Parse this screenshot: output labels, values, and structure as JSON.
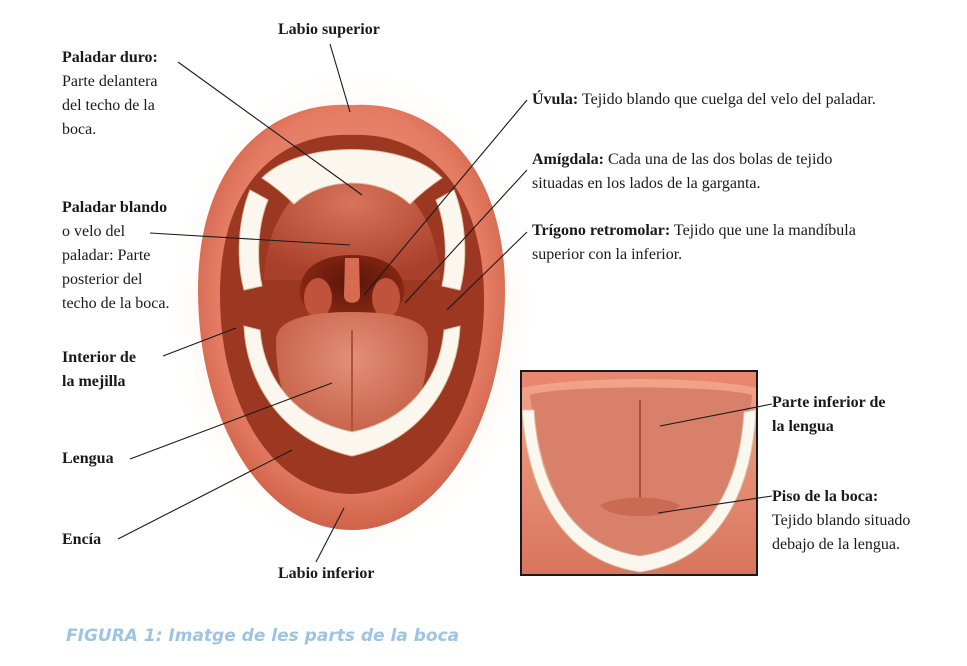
{
  "labels": {
    "labio_superior": {
      "title": "Labio superior"
    },
    "paladar_duro": {
      "title": "Paladar duro:",
      "desc": [
        "Parte delantera",
        "del techo de la",
        "boca."
      ]
    },
    "paladar_blando": {
      "title": "Paladar blando",
      "desc": [
        "o velo del",
        "paladar: Parte",
        "posterior del",
        "techo de la boca."
      ]
    },
    "interior_mejilla": {
      "title": [
        "Interior de",
        "la mejilla"
      ]
    },
    "lengua": {
      "title": "Lengua"
    },
    "encia": {
      "title": "Encía"
    },
    "labio_inferior": {
      "title": "Labio inferior"
    },
    "uvula": {
      "title": "Úvula:",
      "desc": "Tejido blando que cuelga del velo del paladar."
    },
    "amigdala": {
      "title": "Amígdala:",
      "desc": [
        "Cada una de las dos bolas de tejido",
        "situadas en los lados de la garganta."
      ]
    },
    "trigono": {
      "title": "Trígono retromolar:",
      "desc": [
        "Tejido que une la mandíbula",
        "superior con la inferior."
      ]
    },
    "parte_inferior_lengua": {
      "title": [
        "Parte inferior de",
        "la lengua"
      ]
    },
    "piso_boca": {
      "title": "Piso de la boca:",
      "desc": [
        "Tejido blando situado",
        "debajo de la lengua."
      ]
    }
  },
  "caption": "FIGURA 1: Imatge de les parts de la boca",
  "colors": {
    "lip": "#e9866f",
    "lip_dark": "#c95c45",
    "mouth_inner": "#8f2a16",
    "palate": "#c2543b",
    "tongue": "#d6735c",
    "tooth": "#fbf7ee",
    "caption": "#9dc3e6",
    "glow": "#f6c79a"
  }
}
